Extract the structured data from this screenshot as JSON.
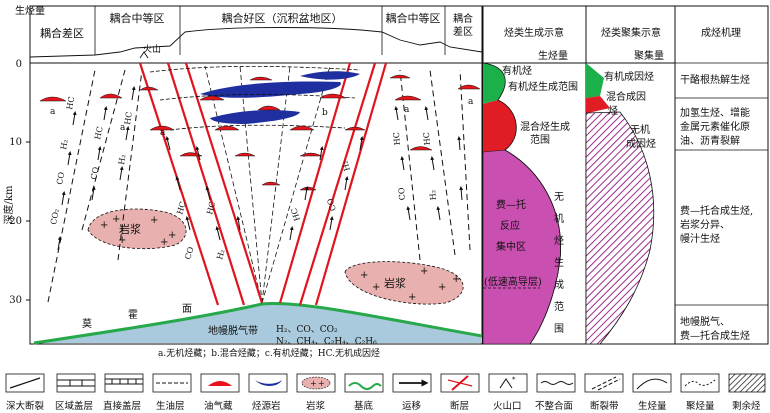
{
  "axis": {
    "top_label": "生烃量",
    "depth_label": "深度/km",
    "depth_ticks": [
      "0",
      "10",
      "20",
      "30"
    ]
  },
  "zones": {
    "z1": "耦合差区",
    "z2": "耦合中等区",
    "z3": "耦合好区（沉积盆地区）",
    "z4": "耦合中等区",
    "z5": "耦合差区"
  },
  "labels": {
    "volcano": "火山",
    "magma_left": "岩浆",
    "magma_right": "岩浆",
    "moho_1": "莫",
    "moho_2": "霍",
    "moho_3": "面",
    "mantle": "地幔脱气带",
    "gas_line1": "H₂、CO、CO₂",
    "gas_line2": "N₂、CH₄、C₂H₄、C₂H₆",
    "caption": "a.无机烃藏；b.混合烃藏；c.有机烃藏；HC.无机成因烃",
    "col_a": "a",
    "col_b": "b",
    "col_c": "c",
    "hc": "HC",
    "co": "CO",
    "h2": "H₂",
    "co2": "CO₂"
  },
  "gen_panel": {
    "title": "烃类生成示意",
    "axis": "生烃量",
    "organic": "有机烃",
    "organic_range": "有机烃生成范围",
    "mixed_1": "混合烃生成",
    "mixed_2": "范围",
    "ft_1": "费—托",
    "ft_2": "反应",
    "ft_3": "集中区",
    "lowvel": "(低速高导层)",
    "inorg_chars": [
      "无",
      "机",
      "烃",
      "生",
      "成",
      "范",
      "围"
    ]
  },
  "acc_panel": {
    "title": "烃类聚集示意",
    "axis": "聚集量",
    "organic": "有机成因烃",
    "mixed_1": "混合成因",
    "mixed_2": "烃",
    "inorg_1": "无机",
    "inorg_2": "成因烃"
  },
  "mech_panel": {
    "title": "成烃机理",
    "m1": "干酪根热解生烃",
    "m2_1": "加氢生烃、增能",
    "m2_2": "金属元素催化原",
    "m2_3": "油、沥青裂解",
    "m3_1": "费—托合成生烃,",
    "m3_2": "岩浆分异、",
    "m3_3": "幔汁生烃",
    "m4_1": "地幔脱气、",
    "m4_2": "费—托合成生烃"
  },
  "legend": [
    {
      "label": "深大断裂"
    },
    {
      "label": "区域盖层"
    },
    {
      "label": "直接盖层"
    },
    {
      "label": "生油层"
    },
    {
      "label": "油气藏"
    },
    {
      "label": "烃源岩"
    },
    {
      "label": "岩浆"
    },
    {
      "label": "基底"
    },
    {
      "label": "运移"
    },
    {
      "label": "断层"
    },
    {
      "label": "火山口"
    },
    {
      "label": "不整合面"
    },
    {
      "label": "断裂带"
    },
    {
      "label": "生烃量"
    },
    {
      "label": "聚烃量"
    },
    {
      "label": "剩余烃"
    }
  ],
  "colors": {
    "fault_red": "#e0141c",
    "reservoir_red": "#e8141c",
    "source_blue": "#1f2fa0",
    "mantle_fill": "#a9c9dc",
    "basement_green": "#27a84a",
    "magma_fill": "#e8b0ae",
    "organic_green": "#1bb04a",
    "mixed_red": "#e01c24",
    "inorganic_magenta": "#c94fb0"
  }
}
